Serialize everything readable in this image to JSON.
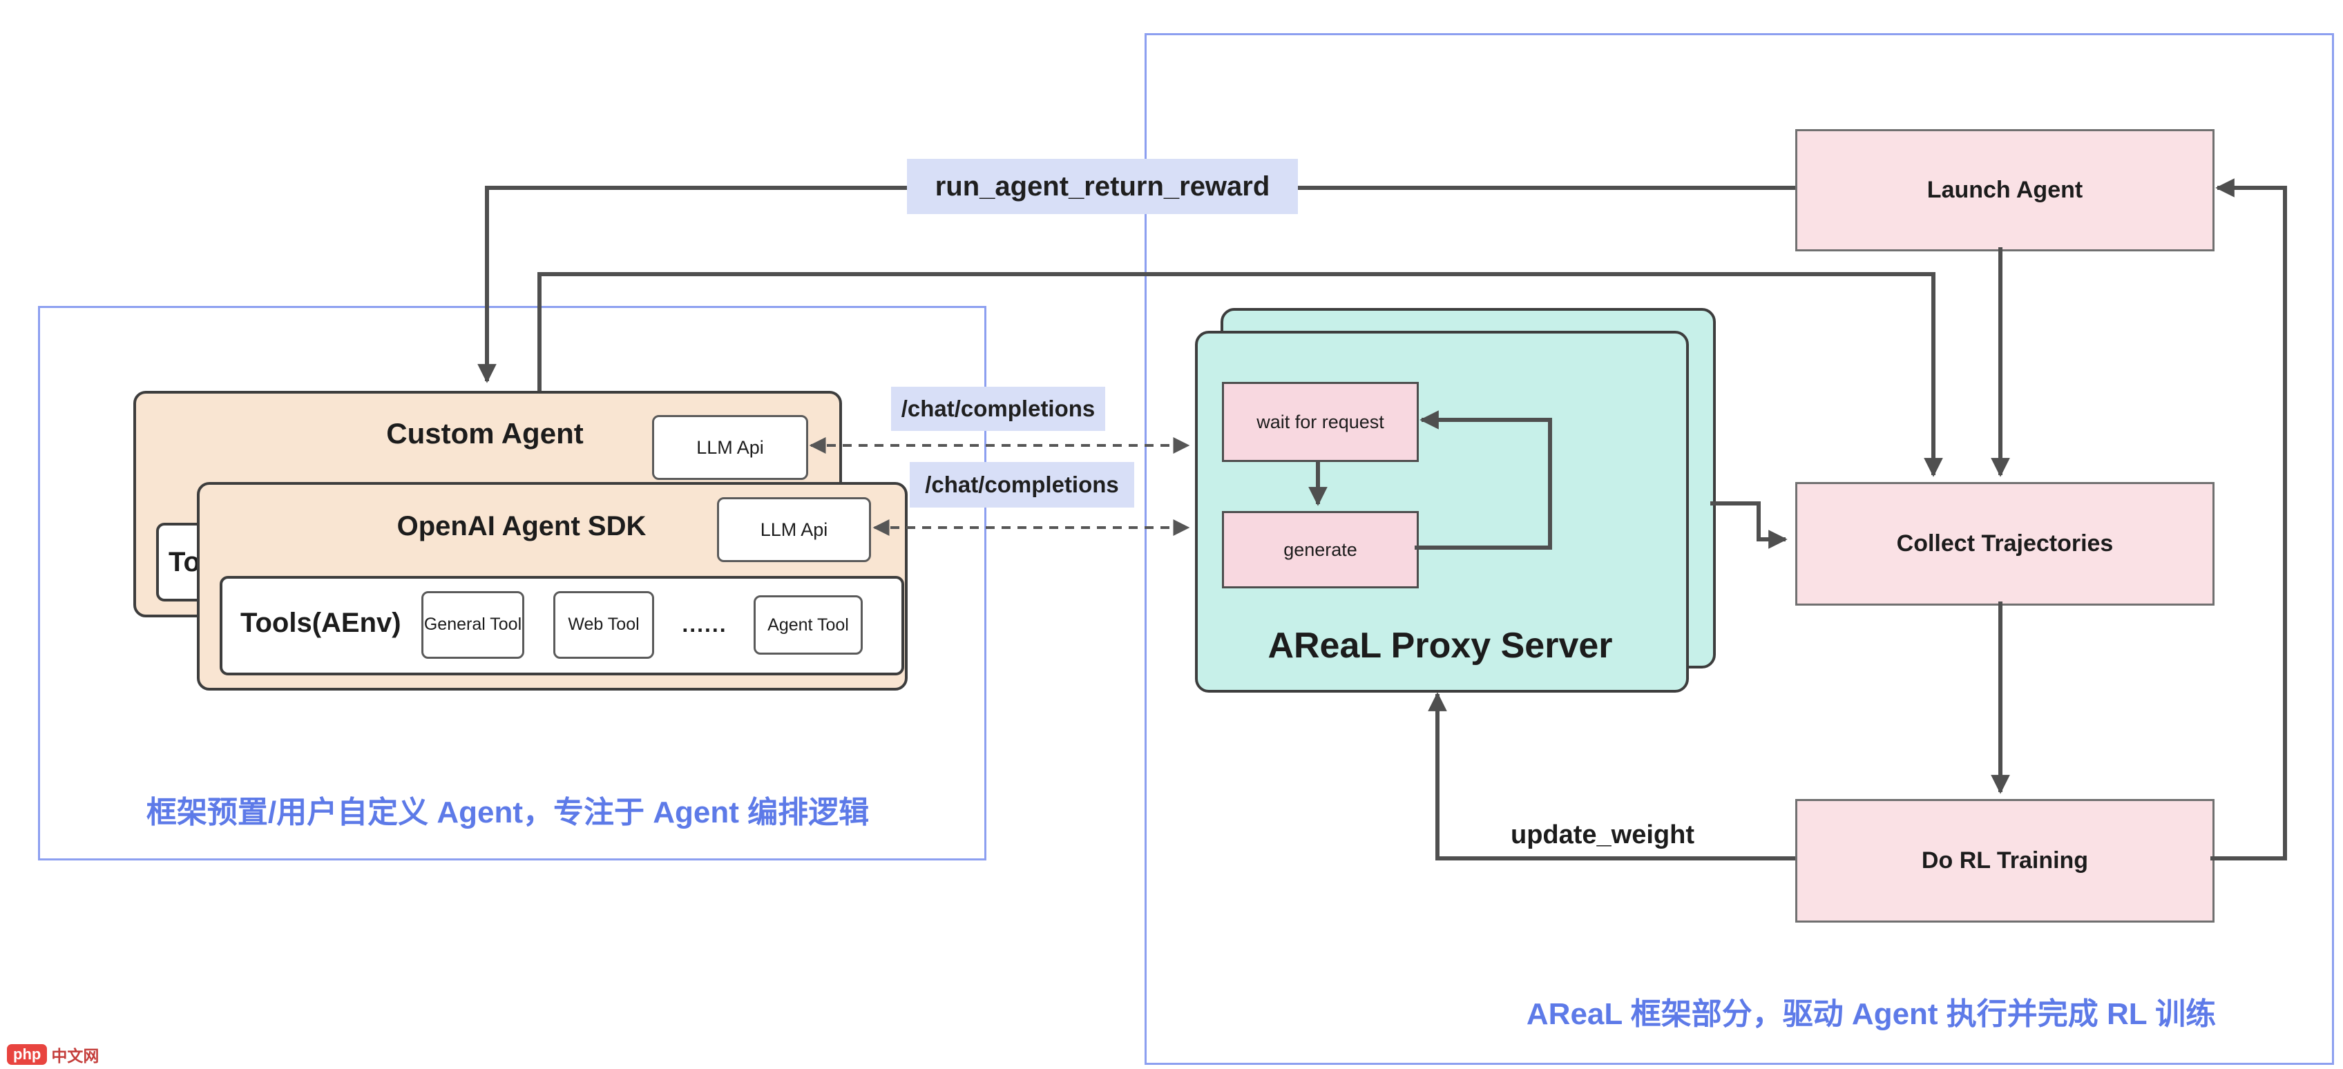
{
  "left_panel": {
    "caption": "框架预置/用户自定义 Agent，专注于 Agent 编排逻辑",
    "custom_agent": {
      "title": "Custom Agent",
      "llm_api_label": "LLM Api",
      "hidden_tools_label": "Tools(AEnv)"
    },
    "openai_sdk": {
      "title": "OpenAI Agent SDK",
      "llm_api_label": "LLM Api",
      "tools_label": "Tools(AEnv)",
      "tool_items": [
        "General Tool",
        "Web Tool",
        "......",
        "Agent Tool"
      ]
    }
  },
  "right_panel": {
    "caption": "AReaL 框架部分，驱动 Agent 执行并完成 RL 训练",
    "proxy_server": {
      "title": "AReaL Proxy Server",
      "wait_state": "wait for request",
      "generate_state": "generate"
    },
    "launch_agent": "Launch Agent",
    "collect_trajectories": "Collect Trajectories",
    "do_rl_training": "Do RL Training"
  },
  "edge_labels": {
    "run_agent_return_reward": "run_agent_return_reward",
    "chat_completions_top": "/chat/completions",
    "chat_completions_bottom": "/chat/completions",
    "update_weight": "update_weight"
  },
  "watermark": {
    "badge": "php",
    "suffix": "中文网"
  },
  "colors": {
    "panel_border": "#8c9ff0",
    "caption_text": "#5d7ae8",
    "agent_card_fill": "#f9e5d2",
    "proxy_card_fill": "#c7f0e9",
    "node_fill": "#fae1e5",
    "state_fill": "#f8d8e0",
    "edge_label_fill": "#d8dff7",
    "arrow": "#4f4f4f"
  }
}
